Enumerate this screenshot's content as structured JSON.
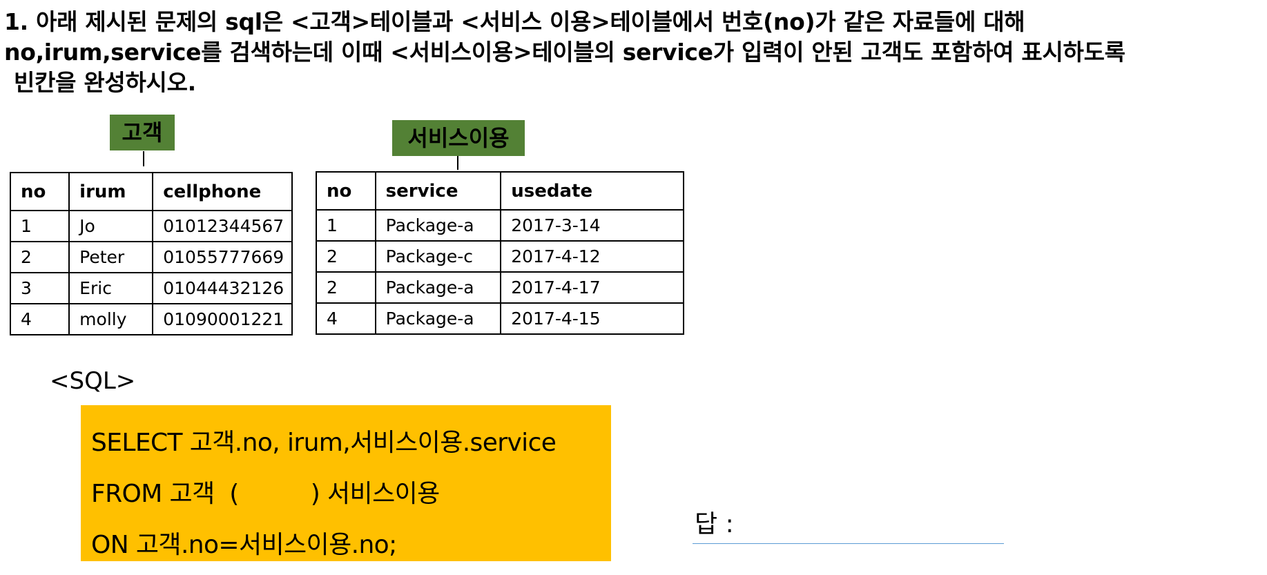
{
  "question": {
    "line1": "1.  아래 제시된 문제의 sql은 <고객>테이블과 <서비스 이용>테이블에서 번호(no)가 같은 자료들에 대해",
    "line2": "no,irum,service를 검색하는데 이때 <서비스이용>테이블의 service가 입력이 안된 고객도 포함하여 표시하도록",
    "line3": "빈칸을 완성하시오."
  },
  "tags": {
    "customer": "고객",
    "service_use": "서비스이용"
  },
  "customer_table": {
    "headers": [
      "no",
      "irum",
      "cellphone"
    ],
    "rows": [
      [
        "1",
        "Jo",
        "01012344567"
      ],
      [
        "2",
        "Peter",
        "01055777669"
      ],
      [
        "3",
        "Eric",
        "01044432126"
      ],
      [
        "4",
        "molly",
        "01090001221"
      ]
    ]
  },
  "service_table": {
    "headers": [
      "no",
      "service",
      "usedate"
    ],
    "rows": [
      [
        "1",
        "Package-a",
        "2017-3-14"
      ],
      [
        "2",
        "Package-c",
        "2017-4-12"
      ],
      [
        "2",
        "Package-a",
        "2017-4-17"
      ],
      [
        "4",
        "Package-a",
        "2017-4-15"
      ]
    ]
  },
  "sql": {
    "label": "<SQL>",
    "line1": "SELECT 고객.no, irum,서비스이용.service",
    "line2_start": "FROM 고객  (",
    "line2_end": ") 서비스이용",
    "line3": "ON 고객.no=서비스이용.no;"
  },
  "answer": {
    "label": "답 :"
  },
  "colors": {
    "tag_green": "#538135",
    "sql_box": "#ffc000",
    "answer_underline": "#5b9bd5"
  }
}
